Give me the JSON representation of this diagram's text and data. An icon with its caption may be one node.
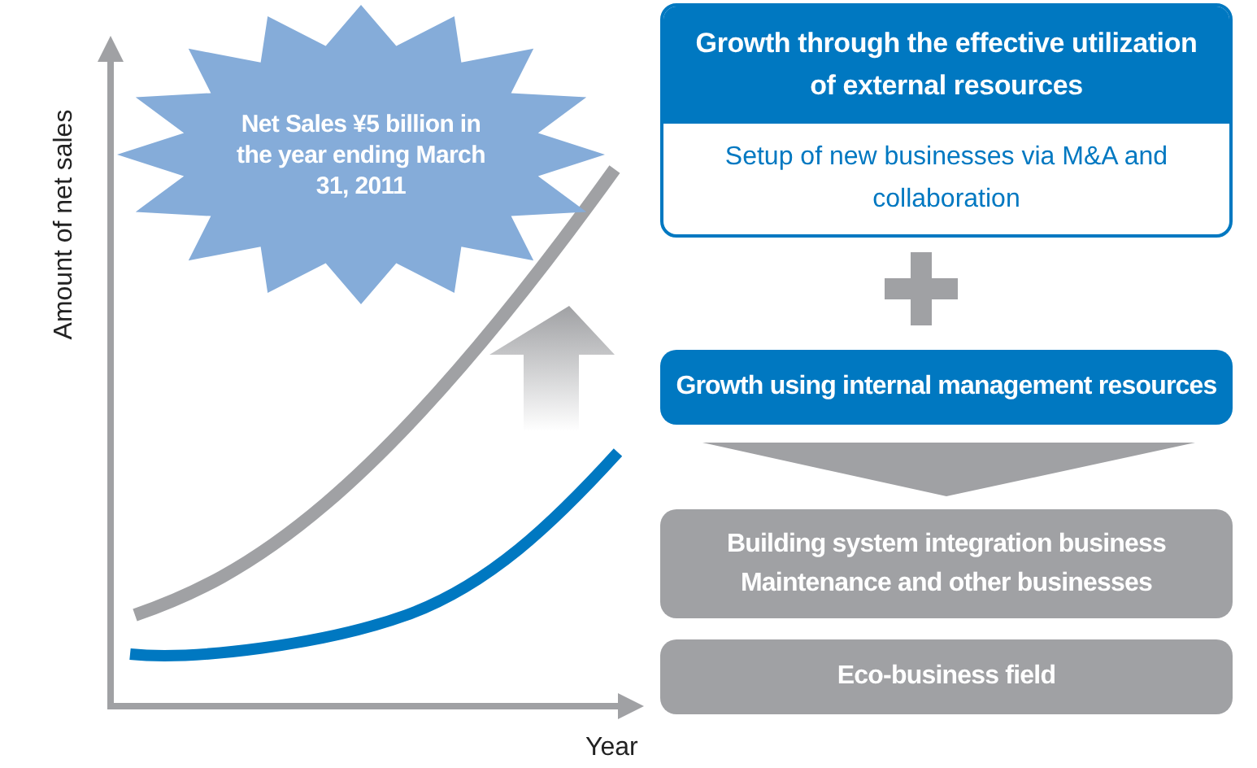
{
  "diagram": {
    "nodes": [
      {
        "text": [
          "Net Sales ¥5 billion in the year ending March 31, 2011"
        ]
      },
      {
        "text": [
          "Growth through the effective utilization of external resources",
          "Setup of new businesses via M&A and collaboration"
        ]
      },
      {
        "text": [
          "Growth using internal management resources"
        ]
      },
      {
        "text": [
          "Building system integration business",
          "Maintenance and other businesses"
        ]
      },
      {
        "text": [
          "Eco-business field"
        ]
      }
    ],
    "edges": [
      {
        "from": 2,
        "to": 3,
        "arrow": "to"
      }
    ],
    "labels": [
      "Amount of net sales",
      "Year"
    ]
  }
}
